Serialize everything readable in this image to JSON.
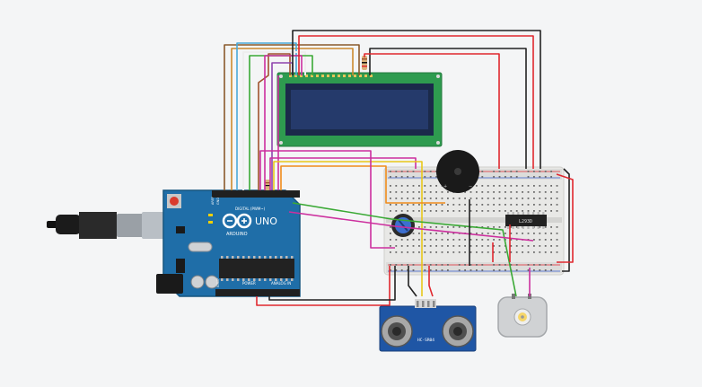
{
  "arduino": {
    "brand": "UNO",
    "maker": "ARDUINO",
    "digital_label": "DIGITAL (PWM~)",
    "power_label": "POWER",
    "analog_label": "ANALOG IN",
    "aref_label": "AREF",
    "gnd_label": "GND",
    "ioref_label": "IOREF"
  },
  "ultrasonic": {
    "model": "HC-SR04"
  },
  "driver_chip": {
    "label": "L293D"
  },
  "colors": {
    "board": "#1f6ea8",
    "lcd_pcb": "#2e9b4f",
    "lcd_screen": "#253a6b",
    "breadboard": "#e8e8e6",
    "wire_red": "#e0282f",
    "wire_black": "#222222",
    "wire_green": "#3aa935",
    "wire_orange": "#f08c1c",
    "wire_yellow": "#e8c81a",
    "wire_magenta": "#cc2f9e",
    "wire_brown": "#8a5a2b",
    "wire_blue": "#4aa9d8"
  }
}
